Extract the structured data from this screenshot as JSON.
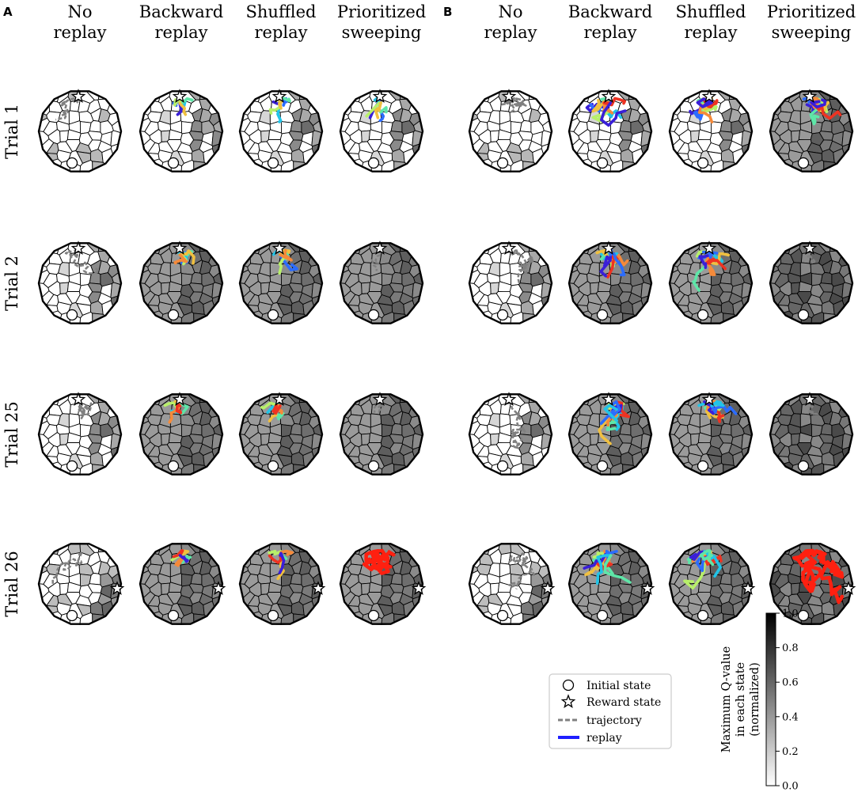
{
  "panels": [
    {
      "label": "A",
      "columns": [
        {
          "title_line1": "No",
          "title_line2": "replay"
        },
        {
          "title_line1": "Backward",
          "title_line2": "replay"
        },
        {
          "title_line1": "Shuffled",
          "title_line2": "replay"
        },
        {
          "title_line1": "Prioritized",
          "title_line2": "sweeping"
        }
      ]
    },
    {
      "label": "B",
      "columns": [
        {
          "title_line1": "No",
          "title_line2": "replay"
        },
        {
          "title_line1": "Backward",
          "title_line2": "replay"
        },
        {
          "title_line1": "Shuffled",
          "title_line2": "replay"
        },
        {
          "title_line1": "Prioritized",
          "title_line2": "sweeping"
        }
      ]
    }
  ],
  "rows": [
    {
      "label": "Trial 1"
    },
    {
      "label": "Trial 2"
    },
    {
      "label": "Trial 25"
    },
    {
      "label": "Trial 26"
    }
  ],
  "legend": {
    "items": [
      {
        "marker": "circle-icon",
        "label": "Initial state"
      },
      {
        "marker": "star-icon",
        "label": "Reward state"
      },
      {
        "marker": "dashed-line-icon",
        "label": "trajectory",
        "color": "#808080"
      },
      {
        "marker": "solid-line-icon",
        "label": "replay",
        "color": "#1f1fff"
      }
    ]
  },
  "colorbar": {
    "title_line1": "Maximum Q-value",
    "title_line2": "in each state",
    "title_line3": "(normalized)",
    "ticks": [
      "1.0",
      "0.8",
      "0.6",
      "0.4",
      "0.2",
      "0.0"
    ],
    "range": [
      0.0,
      1.0
    ],
    "colormap": "grayscale white-to-black"
  },
  "colors": {
    "trajectory": "#808080",
    "outline": "#000000",
    "replay_palette": [
      "#3a1fd8",
      "#2b6cff",
      "#21c4e8",
      "#5ee6a8",
      "#b8f06a",
      "#f0c040",
      "#f58a3a",
      "#ee3322"
    ],
    "prioritized_late": "#ff2010"
  }
}
